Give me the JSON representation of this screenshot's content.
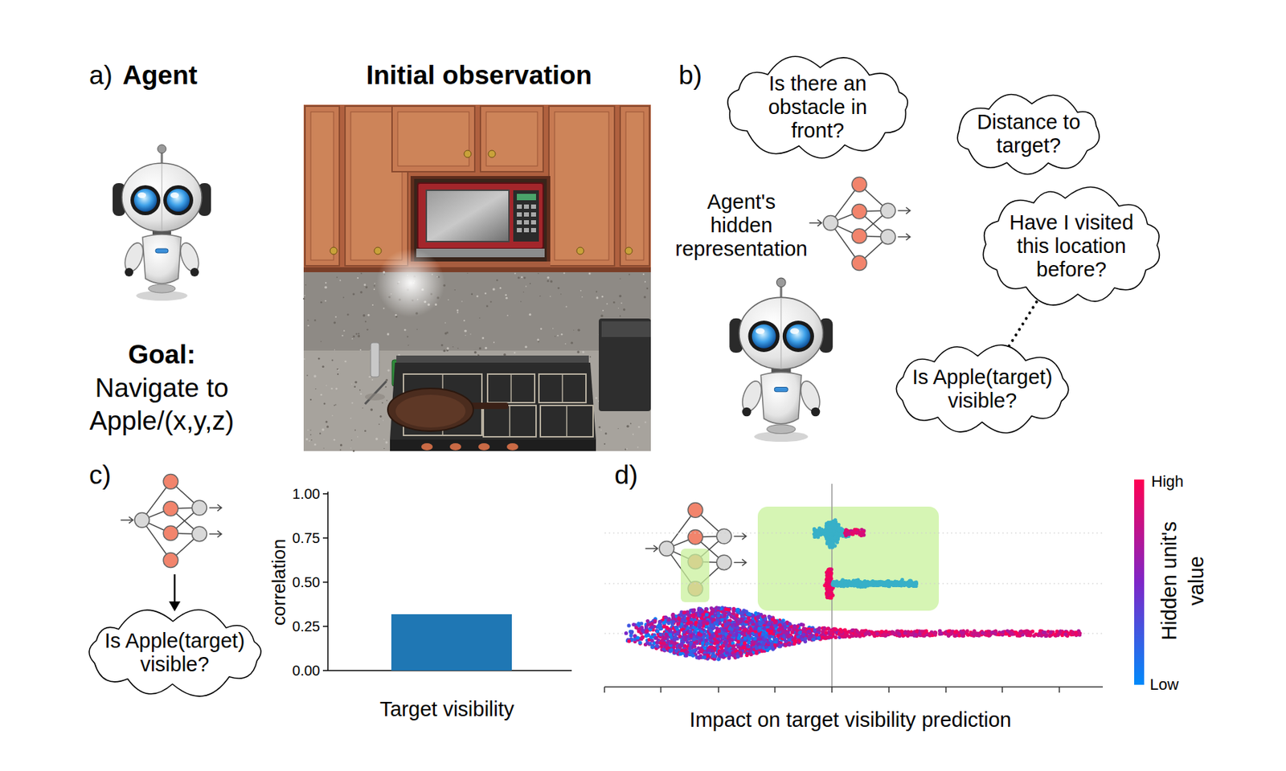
{
  "diagram": {
    "nodes": [
      {
        "text": [
          "Is there an obstacle in front?"
        ]
      },
      {
        "text": [
          "Distance to target?"
        ]
      },
      {
        "text": [
          "Have I visited this location before?"
        ]
      },
      {
        "text": [
          "Is Apple(target) visible?"
        ]
      },
      {
        "text": [
          "Is Apple(target) visible?"
        ]
      }
    ],
    "edges": [
      {
        "from": 2,
        "to": 3,
        "arrow": "none"
      }
    ],
    "labels": [
      "a)",
      "Agent",
      "Initial observation",
      "Goal:",
      "Navigate to Apple/(x,y,z)",
      "b)",
      "Agent's hidden representation",
      "c)",
      "1.00",
      "0.75",
      "0.50",
      "0.25",
      "0.00",
      "correlation",
      "Target visibility",
      "d)",
      "High",
      "Low",
      "Hidden unit's value",
      "Impact on target visibility prediction"
    ]
  }
}
